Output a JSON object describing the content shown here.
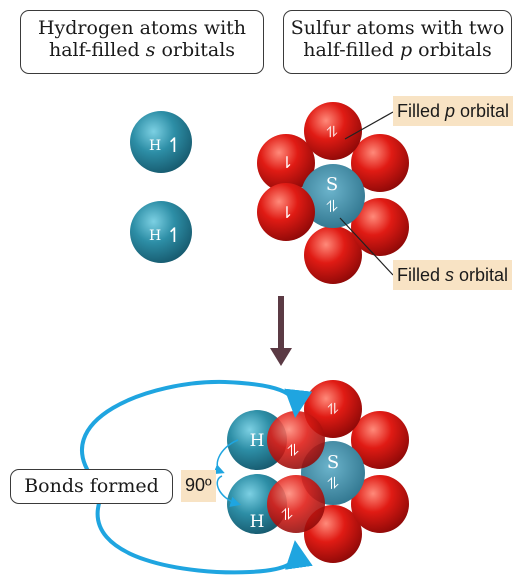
{
  "labels": {
    "hydrogen_box": {
      "line1": "Hydrogen atoms with",
      "line2_pre": "half-filled ",
      "line2_italic": "s",
      "line2_post": " orbitals"
    },
    "sulfur_box": {
      "line1": "Sulfur atoms with two",
      "line2_pre": "half-filled ",
      "line2_italic": "p",
      "line2_post": " orbitals"
    },
    "filled_p": {
      "pre": "Filled ",
      "italic": "p",
      "post": " orbital"
    },
    "filled_s": {
      "pre": "Filled ",
      "italic": "s",
      "post": " orbital"
    },
    "bonds_formed": "Bonds formed",
    "angle": "90º"
  },
  "atoms": {
    "hydrogen": "H",
    "sulfur": "S"
  },
  "arrows": {
    "single_up": "↿",
    "single_down": "⇂",
    "paired": "⥮"
  },
  "colors": {
    "hydrogen": "#2d8ea6",
    "p_orbital": "#d21a1a",
    "sulfur_core": "#3a8aa8",
    "bond_arrow": "#1fa5e0",
    "process_arrow": "#5b3a44",
    "label_highlight": "#f8e3c4"
  }
}
